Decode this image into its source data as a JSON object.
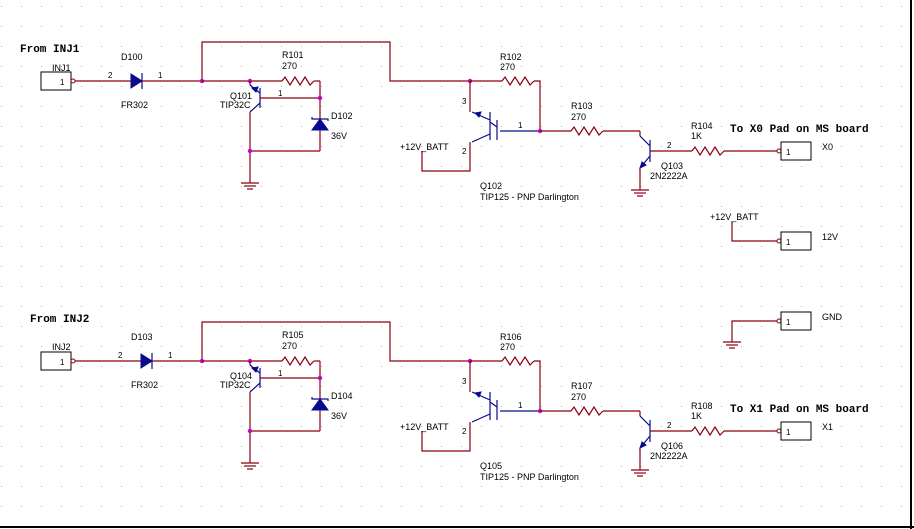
{
  "headers": {
    "inj1": "From INJ1",
    "inj2": "From INJ2",
    "x0": "To X0 Pad on MS board",
    "x1": "To X1 Pad on MS board"
  },
  "connectors": {
    "inj1": {
      "label": "INJ1",
      "pin": "1"
    },
    "inj2": {
      "label": "INJ2",
      "pin": "1"
    },
    "x0": {
      "label": "X0",
      "pin": "1"
    },
    "x1": {
      "label": "X1",
      "pin": "1"
    },
    "v12": {
      "label": "12V",
      "pin": "1"
    },
    "gnd": {
      "label": "GND",
      "pin": "1"
    }
  },
  "diodes": {
    "d100": {
      "ref": "D100",
      "part": "FR302"
    },
    "d103": {
      "ref": "D103",
      "part": "FR302"
    },
    "d102": {
      "ref": "D102",
      "part": "36V"
    },
    "d104": {
      "ref": "D104",
      "part": "36V"
    }
  },
  "resistors": {
    "r101": {
      "ref": "R101",
      "value": "270"
    },
    "r102": {
      "ref": "R102",
      "value": "270"
    },
    "r103": {
      "ref": "R103",
      "value": "270"
    },
    "r104": {
      "ref": "R104",
      "value": "1K"
    },
    "r105": {
      "ref": "R105",
      "value": "270"
    },
    "r106": {
      "ref": "R106",
      "value": "270"
    },
    "r107": {
      "ref": "R107",
      "value": "270"
    },
    "r108": {
      "ref": "R108",
      "value": "1K"
    }
  },
  "transistors": {
    "q101": {
      "ref": "Q101",
      "part": "TIP32C"
    },
    "q104": {
      "ref": "Q104",
      "part": "TIP32C"
    },
    "q102": {
      "ref": "Q102",
      "part": "TIP125 - PNP Darlington"
    },
    "q105": {
      "ref": "Q105",
      "part": "TIP125 - PNP Darlington"
    },
    "q103": {
      "ref": "Q103",
      "part": "2N2222A"
    },
    "q106": {
      "ref": "Q106",
      "part": "2N2222A"
    }
  },
  "nets": {
    "batt": "+12V_BATT"
  },
  "pins": {
    "one": "1",
    "two": "2",
    "three": "3"
  }
}
